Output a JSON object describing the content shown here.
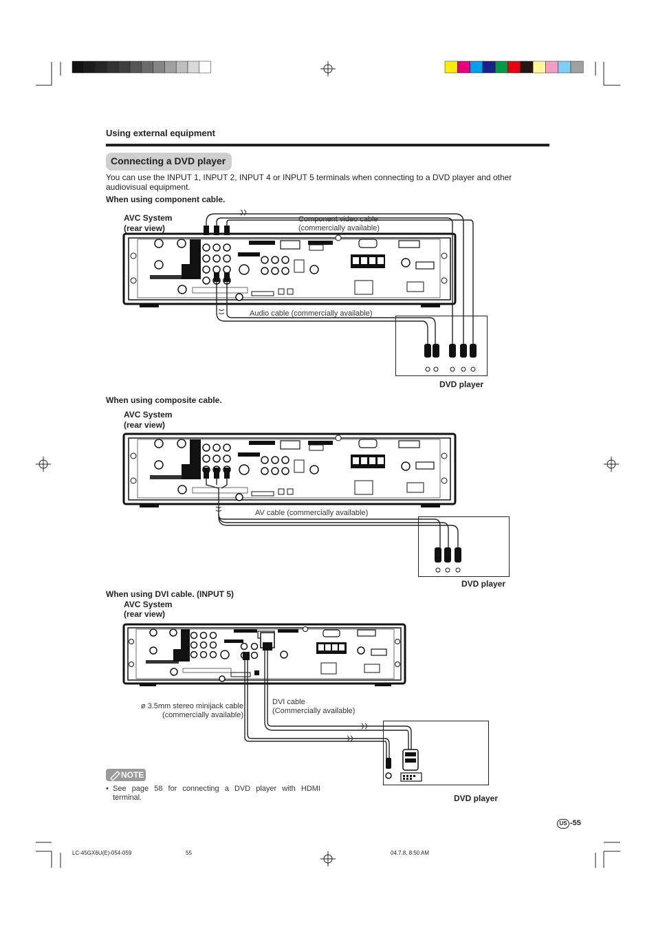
{
  "header": {
    "section_title": "Using external equipment",
    "heading": "Connecting a DVD player",
    "intro": "You can use the INPUT 1, INPUT 2, INPUT 4 or INPUT 5 terminals when connecting to a DVD player and other audiovisual equipment."
  },
  "component": {
    "title": "When using component cable.",
    "avc_label_1": "AVC System",
    "avc_label_2": "(rear view)",
    "video_cable_1": "Component  video cable",
    "video_cable_2": "(commercially available)",
    "audio_cable": "Audio cable (commercially available)",
    "dvd_label": "DVD player"
  },
  "composite": {
    "title": "When using composite cable.",
    "avc_label_1": "AVC System",
    "avc_label_2": "(rear view)",
    "av_cable": "AV cable (commercially available)",
    "dvd_label": "DVD player"
  },
  "dvi": {
    "title": "When using DVI cable. (INPUT 5)",
    "avc_label_1": "AVC System",
    "avc_label_2": "(rear view)",
    "minijack_1": "ø 3.5mm stereo minijack cable",
    "minijack_2": "(commercially available)",
    "dvi_cable_1": "DVI cable",
    "dvi_cable_2": "(Commercially available)",
    "dvd_label": "DVD player"
  },
  "note": {
    "badge": "NOTE",
    "bullet": "•",
    "text_1": "See page 58 for connecting a DVD player with HDMI",
    "text_2": "terminal."
  },
  "footer": {
    "region_badge": "US",
    "page_number": "-55",
    "file_code": "LC-45GX6U(E)-054-059",
    "file_page": "55",
    "timestamp": "04.7.8, 8:50 AM"
  },
  "colors": {
    "grayscale_bar": [
      "#111111",
      "#1c1c1c",
      "#262626",
      "#333333",
      "#3f3f3f",
      "#555555",
      "#6b6b6b",
      "#858585",
      "#a0a0a0",
      "#bdbdbd",
      "#d9d9d9",
      "#ffffff"
    ],
    "color_bar": [
      "#ffec00",
      "#e6007e",
      "#00a0e9",
      "#1d2088",
      "#009944",
      "#e60012",
      "#231815",
      "#fff799",
      "#f19ec2",
      "#7ecef4",
      "#9fa0a0"
    ]
  }
}
